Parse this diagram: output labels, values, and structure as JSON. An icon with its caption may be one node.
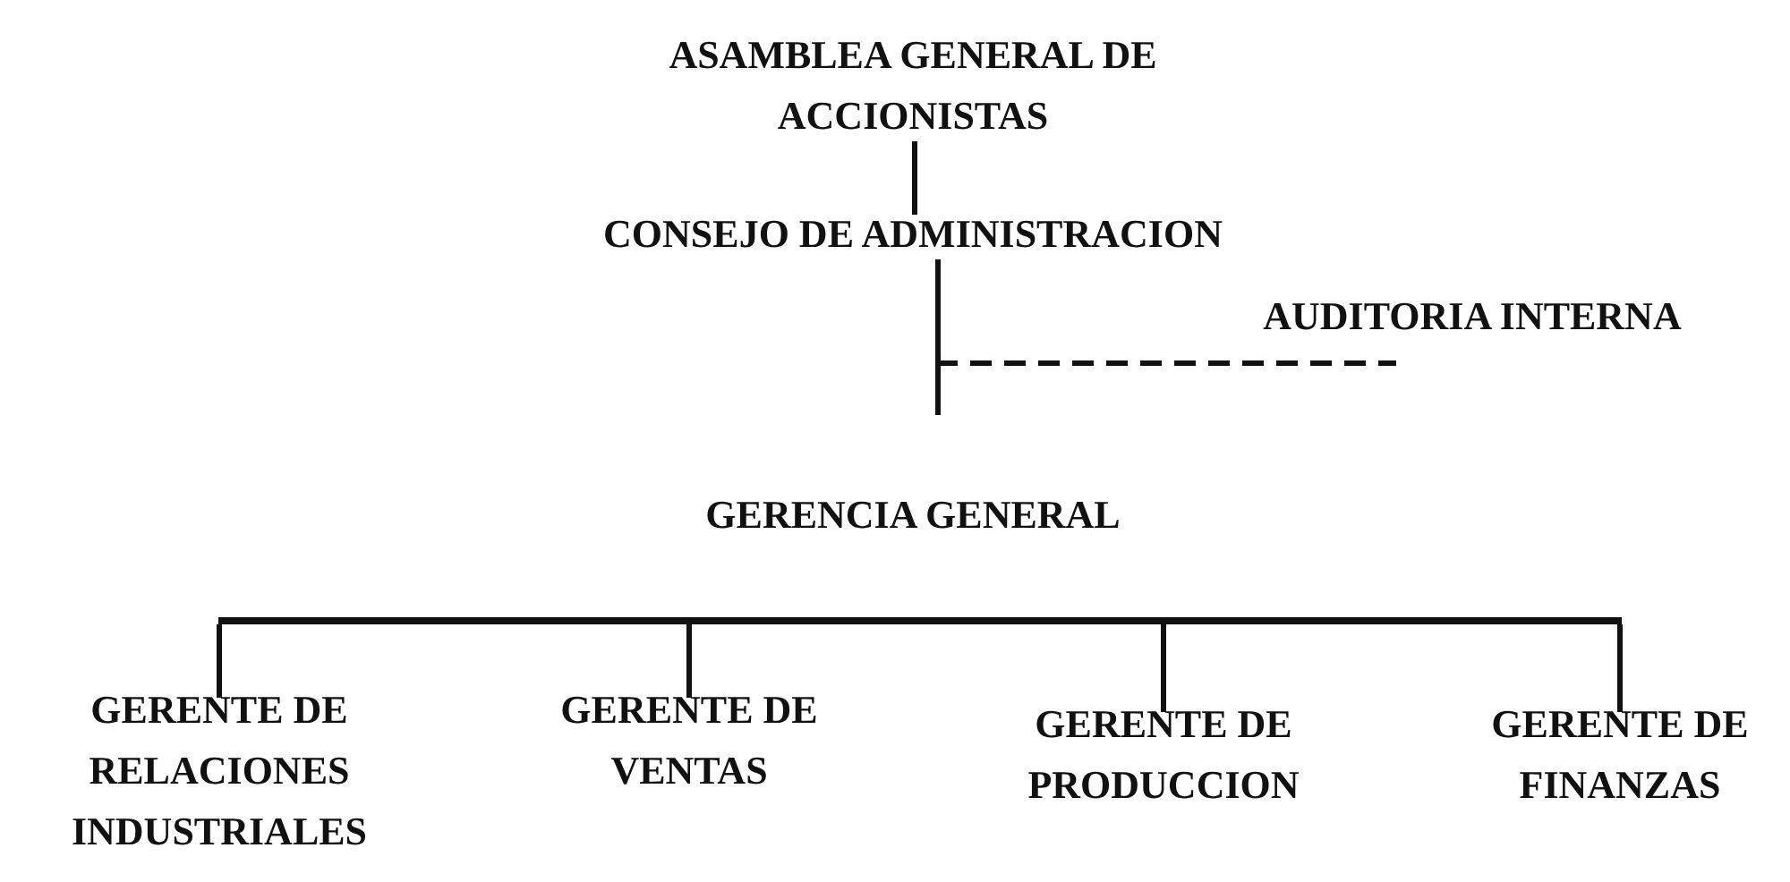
{
  "diagram": {
    "nodes": [
      {
        "text": [
          "ASAMBLEA GENERAL DE ACCIONISTAS"
        ]
      },
      {
        "text": [
          "CONSEJO DE ADMINISTRACION"
        ]
      },
      {
        "text": [
          "AUDITORIA INTERNA"
        ]
      },
      {
        "text": [
          "GERENCIA GENERAL"
        ]
      },
      {
        "text": [],
        "shape": "bar"
      },
      {
        "text": [
          "GERENTE DE RELACIONES INDUSTRIALES"
        ]
      },
      {
        "text": [
          "GERENTE DE VENTAS"
        ]
      },
      {
        "text": [
          "GERENTE DE PRODUCCION"
        ]
      },
      {
        "text": [
          "GERENTE DE FINANZAS"
        ]
      }
    ],
    "edges": [
      {
        "from": 0,
        "to": 1,
        "arrow": "none"
      },
      {
        "from": 1,
        "to": 3,
        "arrow": "none"
      },
      {
        "from": 1,
        "to": 2,
        "arrow": "none",
        "style": "dashed"
      },
      {
        "from": 4,
        "to": 5,
        "arrow": "none"
      },
      {
        "from": 4,
        "to": 6,
        "arrow": "none"
      },
      {
        "from": 4,
        "to": 7,
        "arrow": "none"
      },
      {
        "from": 4,
        "to": 8,
        "arrow": "none"
      }
    ]
  }
}
